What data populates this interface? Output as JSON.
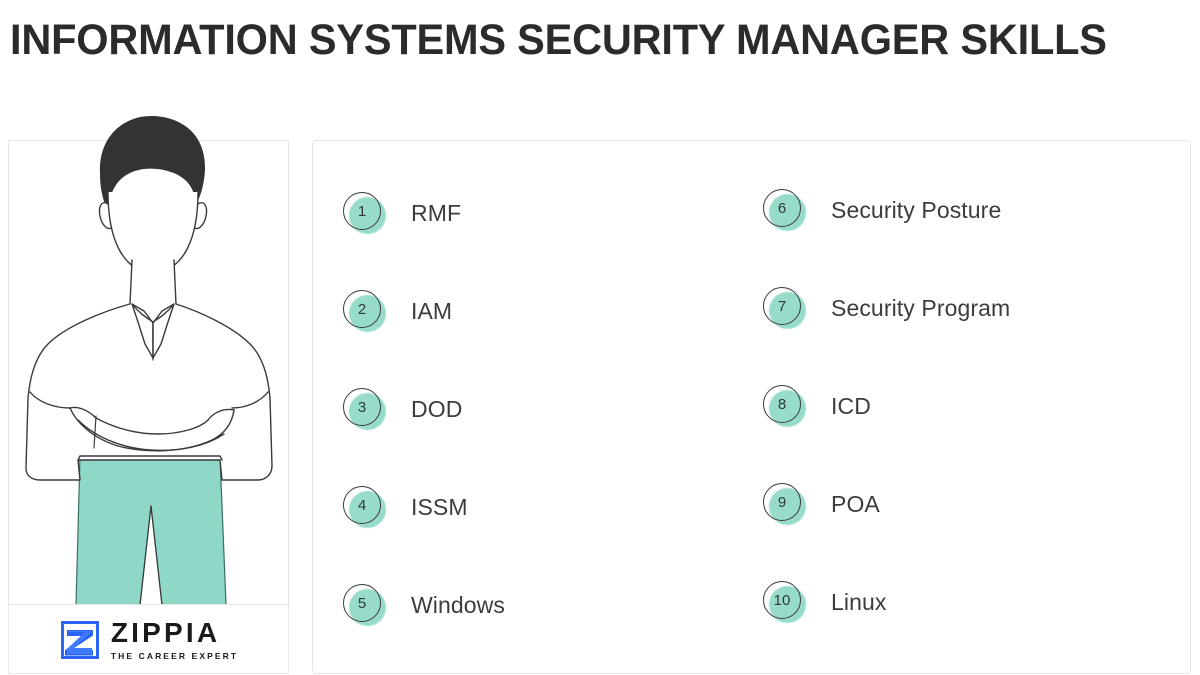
{
  "header": {
    "title": "INFORMATION SYSTEMS SECURITY MANAGER SKILLS"
  },
  "illustration": {
    "alt": "line-art illustration of a man with arms crossed wearing a polo shirt and teal pants",
    "hair_color": "#333333",
    "pants_color": "#8fd8c7",
    "outline_color": "#3a3a3a"
  },
  "logo": {
    "mark": "zippia-z-mark",
    "wordmark": "ZIPPIA",
    "tagline": "THE CAREER EXPERT",
    "mark_color": "#2a63f6",
    "text_color": "#1b1b1b"
  },
  "skills": {
    "accent_color": "#8fd8c7",
    "left_column": [
      {
        "number": "1",
        "label": "RMF"
      },
      {
        "number": "2",
        "label": "IAM"
      },
      {
        "number": "3",
        "label": "DOD"
      },
      {
        "number": "4",
        "label": "ISSM"
      },
      {
        "number": "5",
        "label": "Windows"
      }
    ],
    "right_column": [
      {
        "number": "6",
        "label": "Security Posture"
      },
      {
        "number": "7",
        "label": "Security Program"
      },
      {
        "number": "8",
        "label": "ICD"
      },
      {
        "number": "9",
        "label": "POA"
      },
      {
        "number": "10",
        "label": "Linux"
      }
    ]
  }
}
